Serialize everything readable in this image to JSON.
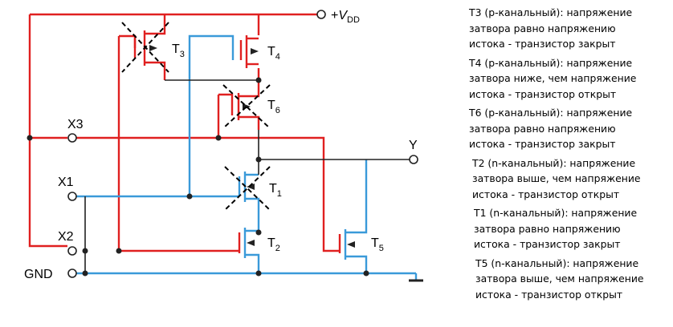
{
  "colors": {
    "vdd_net": "#e02020",
    "input_net": "#3a9ad9",
    "output_net": "#222222",
    "cross": "#000000"
  },
  "labels": {
    "vdd_prefix": "+",
    "vdd_v": "V",
    "vdd_sub": "DD",
    "gnd": "GND",
    "x1": "X1",
    "x2": "X2",
    "x3": "X3",
    "y": "Y"
  },
  "transistors": [
    {
      "id": "T1",
      "letter": "T",
      "num": "1",
      "type": "n",
      "state": "закрыт",
      "crossed": true
    },
    {
      "id": "T2",
      "letter": "T",
      "num": "2",
      "type": "n",
      "state": "открыт",
      "crossed": false
    },
    {
      "id": "T3",
      "letter": "T",
      "num": "3",
      "type": "p",
      "state": "закрыт",
      "crossed": true
    },
    {
      "id": "T4",
      "letter": "T",
      "num": "4",
      "type": "p",
      "state": "открыт",
      "crossed": false
    },
    {
      "id": "T5",
      "letter": "T",
      "num": "5",
      "type": "n",
      "state": "открыт",
      "crossed": false
    },
    {
      "id": "T6",
      "letter": "T",
      "num": "6",
      "type": "p",
      "state": "закрыт",
      "crossed": true
    }
  ],
  "notes": [
    "T3 (р-канальный): напряжение\nзатвора равно напряжению\nистока - транзистор закрыт",
    "T4 (р-канальный): напряжение\nзатвора ниже, чем напряжение\nистока - транзистор открыт",
    "T6 (р-канальный): напряжение\nзатвора равно напряжению\nистока - транзистор закрыт",
    "T2 (n-канальный): напряжение\nзатвора выше, чем напряжение\nистока - транзистор открыт",
    "T1 (n-канальный): напряжение\nзатвора равно напряжению\nистока - транзистор закрыт",
    "T5 (n-канальный): напряжение\nзатвора выше, чем напряжение\nистока - транзистор открыт"
  ]
}
